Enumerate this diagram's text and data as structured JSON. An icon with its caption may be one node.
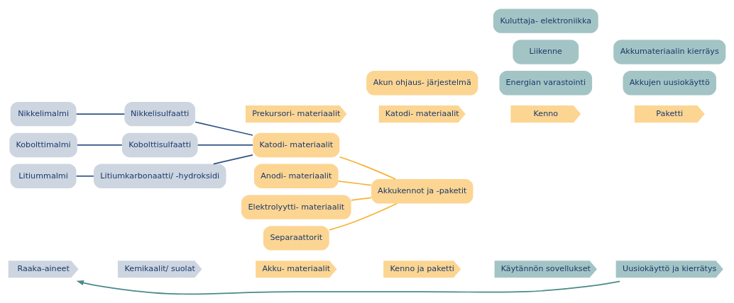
{
  "diagram": {
    "nodes": [
      {
        "text": [
          "Raaka-aineet"
        ]
      },
      {
        "text": [
          "Kemikaalit/ suolat"
        ]
      },
      {
        "text": [
          "Akku- materiaalit"
        ]
      },
      {
        "text": [
          "Kenno ja paketti"
        ]
      },
      {
        "text": [
          "Käytännön sovellukset"
        ]
      },
      {
        "text": [
          "Uusiokäyttö ja kierrätys"
        ]
      },
      {
        "text": [
          "Prekursori- materiaalit"
        ]
      },
      {
        "text": [
          "Katodi- materiaalit"
        ]
      },
      {
        "text": [
          "Kenno"
        ]
      },
      {
        "text": [
          "Paketti"
        ]
      },
      {
        "text": [
          "Nikkelimalmi"
        ]
      },
      {
        "text": [
          "Nikkelisulfaatti"
        ]
      },
      {
        "text": [
          "Kobolttimalmi"
        ]
      },
      {
        "text": [
          "Kobolttisulfaatti"
        ]
      },
      {
        "text": [
          "Litiummalmi"
        ]
      },
      {
        "text": [
          "Litiumkarbonaatti/ -hydroksidi"
        ]
      },
      {
        "text": [
          "Katodi- materiaalit"
        ]
      },
      {
        "text": [
          "Anodi- materiaalit"
        ]
      },
      {
        "text": [
          "Elektrolyytti- materiaalit"
        ]
      },
      {
        "text": [
          "Separaattorit"
        ]
      },
      {
        "text": [
          "Akkukennot ja -paketit"
        ]
      },
      {
        "text": [
          "Akun ohjaus- järjestelmä"
        ]
      },
      {
        "text": [
          "Liikenne"
        ]
      },
      {
        "text": [
          "Energian varastointi"
        ]
      },
      {
        "text": [
          "Kuluttaja- elektroniikka"
        ]
      },
      {
        "text": [
          "Akkujen uusiokäyttö"
        ]
      },
      {
        "text": [
          "Akkumateriaalin kierräys"
        ]
      }
    ],
    "edges": [
      {
        "from": 5,
        "to": 0,
        "arrow": "to",
        "color": "#4a8a8a"
      },
      {
        "from": 10,
        "to": 11,
        "arrow": "none"
      },
      {
        "from": 12,
        "to": 13,
        "arrow": "none"
      },
      {
        "from": 14,
        "to": 15,
        "arrow": "none"
      },
      {
        "from": 11,
        "to": 16,
        "arrow": "none"
      },
      {
        "from": 13,
        "to": 16,
        "arrow": "none"
      },
      {
        "from": 15,
        "to": 16,
        "arrow": "none"
      },
      {
        "from": 16,
        "to": 20,
        "arrow": "none",
        "color": "#f7b233"
      },
      {
        "from": 17,
        "to": 20,
        "arrow": "none",
        "color": "#f7b233"
      },
      {
        "from": 18,
        "to": 20,
        "arrow": "none",
        "color": "#f7b233"
      },
      {
        "from": 19,
        "to": 20,
        "arrow": "none",
        "color": "#f7b233"
      }
    ]
  }
}
